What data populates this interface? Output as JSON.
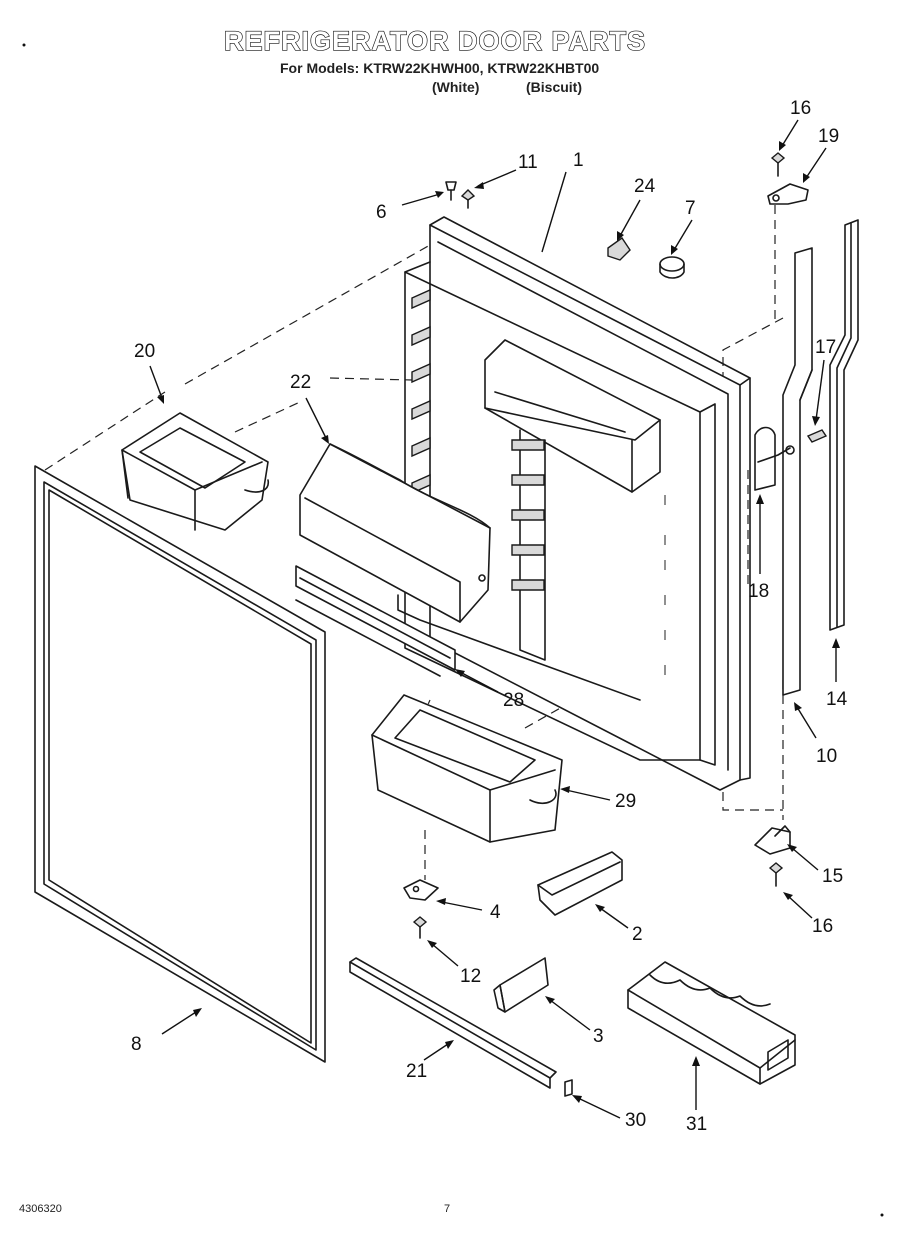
{
  "header": {
    "title": "REFRIGERATOR DOOR PARTS",
    "models_line": "For Models: KTRW22KHWH00, KTRW22KHBT00",
    "color_white": "(White)",
    "color_biscuit": "(Biscuit)"
  },
  "footer": {
    "doc_number": "4306320",
    "page_number": "7"
  },
  "callouts": {
    "c1": "1",
    "c2": "2",
    "c3": "3",
    "c4": "4",
    "c6": "6",
    "c7": "7",
    "c8": "8",
    "c10": "10",
    "c11": "11",
    "c12": "12",
    "c14": "14",
    "c15": "15",
    "c16a": "16",
    "c16b": "16",
    "c17": "17",
    "c18": "18",
    "c19": "19",
    "c20": "20",
    "c21": "21",
    "c22": "22",
    "c24": "24",
    "c28": "28",
    "c29": "29",
    "c30": "30",
    "c31": "31"
  },
  "colors": {
    "line": "#1a1a1a",
    "paper": "#ffffff",
    "shade": "#d9d9d9"
  }
}
